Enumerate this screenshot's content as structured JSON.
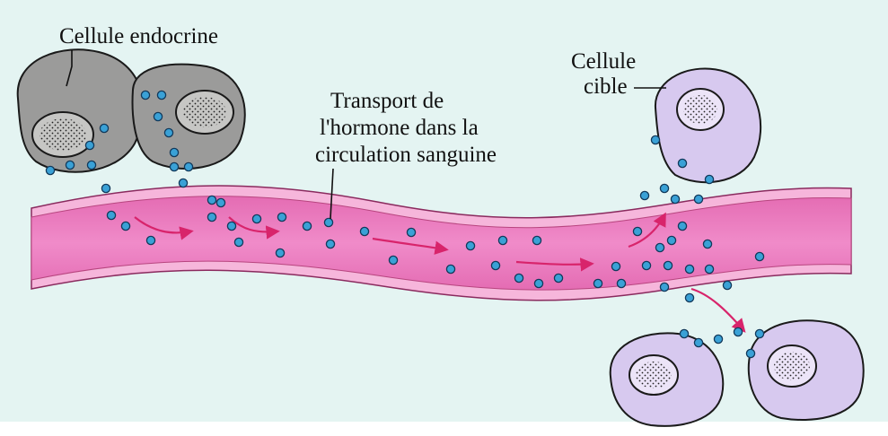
{
  "labels": {
    "endocrine_cell": "Cellule endocrine",
    "transport": {
      "line1": "Transport de",
      "line2": "l'hormone dans la",
      "line3": "circulation sanguine"
    },
    "target_cell": {
      "line1": "Cellule",
      "line2": "cible"
    }
  },
  "colors": {
    "background": "#e4f4f2",
    "endocrine_cell_fill": "#9b9b9a",
    "target_cell_fill": "#d7c9ef",
    "vessel_fill": "#ea7fc0",
    "vessel_wall": "#f6b6db",
    "hormone": "#3aa1d6",
    "flow_arrow": "#d8246b",
    "ink": "#111111"
  },
  "icons": {
    "hormone": "hormone-molecule-icon",
    "flow": "flow-arrow-icon",
    "nucleus": "cell-nucleus-icon"
  }
}
